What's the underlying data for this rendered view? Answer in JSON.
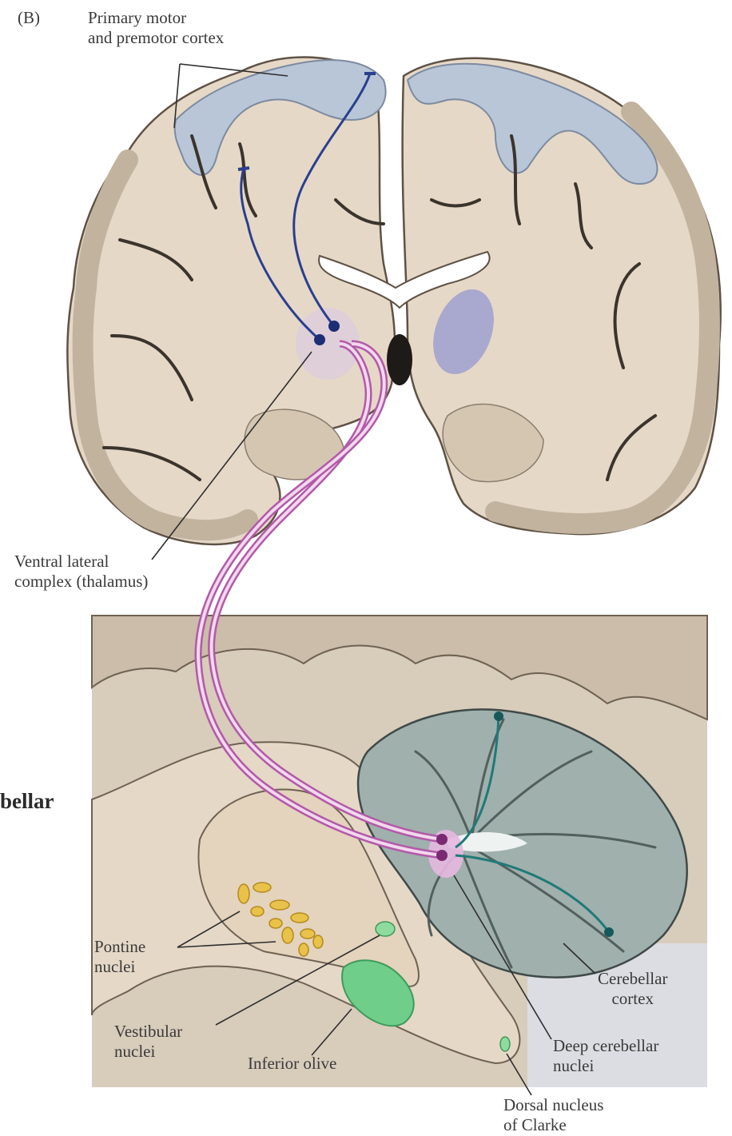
{
  "panel_letter": "(B)",
  "partial_side_label": "bellar",
  "labels": {
    "motor_cortex": [
      "Primary motor",
      "and premotor cortex"
    ],
    "thalamus": [
      "Ventral lateral",
      "complex (thalamus)"
    ],
    "pontine": [
      "Pontine",
      "nuclei"
    ],
    "vestibular": [
      "Vestibular",
      "nuclei"
    ],
    "olive": [
      "Inferior olive"
    ],
    "cerebellar_cortex": [
      "Cerebellar",
      "cortex"
    ],
    "deep_nuclei": [
      "Deep cerebellar",
      "nuclei"
    ],
    "clarke": [
      "Dorsal nucleus",
      "of Clarke"
    ]
  },
  "colors": {
    "brain_tissue": "#e6d8c7",
    "gray_matter": "#c2b39f",
    "motor_cortex": "#b8c6d8",
    "cerebellum": "#9fb0ad",
    "thalamic_path": "#b25aa8",
    "cortical_path": "#2a3f8f",
    "cerebellar_path": "#1f7a78",
    "pontine_nuclei": "#e8c24a",
    "olive": "#6fcf8a"
  }
}
